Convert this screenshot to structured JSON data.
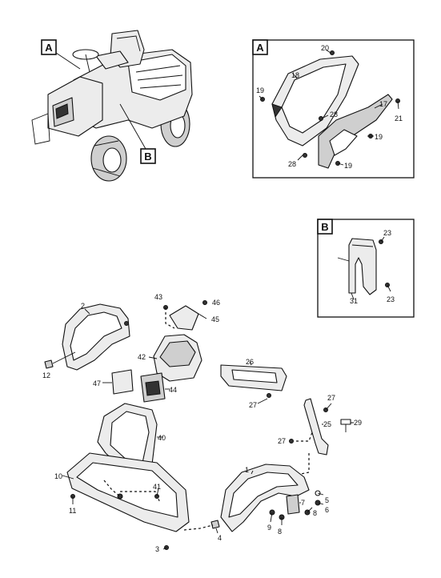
{
  "diagram": {
    "view_labels": {
      "a": "A",
      "b": "B"
    },
    "callouts": {
      "c1": "1",
      "c2": "2",
      "c3": "3",
      "c4": "4",
      "c5": "5",
      "c6": "6",
      "c7": "7",
      "c8a": "8",
      "c8b": "8",
      "c9": "9",
      "c10": "10",
      "c11": "11",
      "c12": "12",
      "c17": "17",
      "c18": "18",
      "c19a": "19",
      "c19b": "19",
      "c19c": "19",
      "c20": "20",
      "c21": "21",
      "c23a": "23",
      "c23b": "23",
      "c25": "25",
      "c26": "26",
      "c27a": "27",
      "c27b": "27",
      "c27c": "27",
      "c28a": "28",
      "c28b": "28",
      "c29": "29",
      "c31": "31",
      "c40": "40",
      "c41": "41",
      "c42": "42",
      "c43": "43",
      "c44": "44",
      "c45": "45",
      "c46": "46",
      "c47": "47"
    }
  }
}
